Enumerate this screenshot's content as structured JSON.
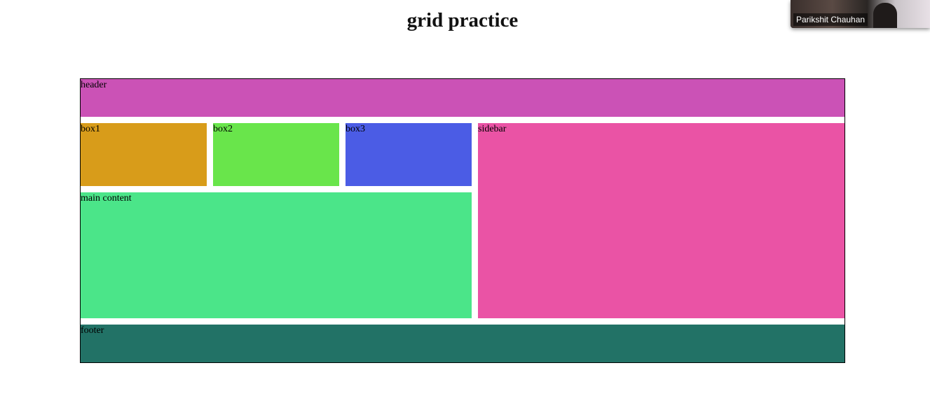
{
  "page": {
    "title": "grid practice"
  },
  "grid": {
    "header": {
      "label": "header",
      "color": "#cb52b6"
    },
    "box1": {
      "label": "box1",
      "color": "#d89c1a"
    },
    "box2": {
      "label": "box2",
      "color": "#69e54b"
    },
    "box3": {
      "label": "box3",
      "color": "#4b5ce5"
    },
    "sidebar": {
      "label": "sidebar",
      "color": "#ea53a5"
    },
    "main": {
      "label": "main content",
      "color": "#4be589"
    },
    "footer": {
      "label": "footer",
      "color": "#227266"
    }
  },
  "video_overlay": {
    "participant_name": "Parikshit Chauhan"
  }
}
